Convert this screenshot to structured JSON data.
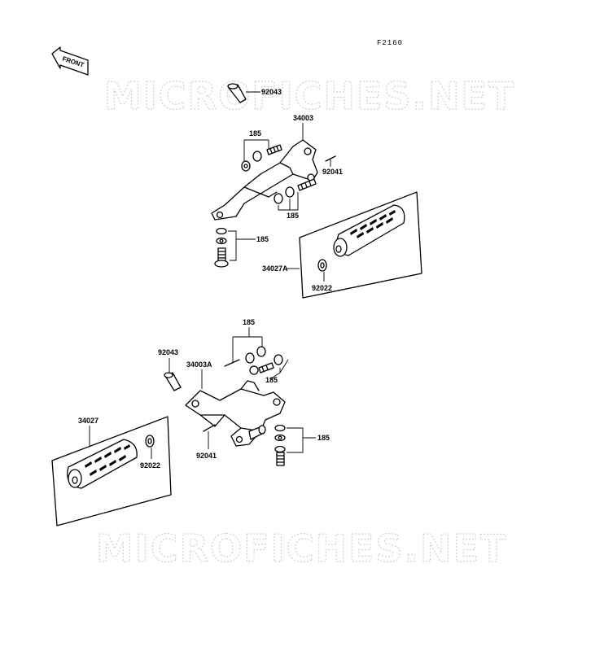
{
  "diagram": {
    "code": "F2160",
    "front_arrow": "FRONT",
    "watermark_top": "MICROFICHES.NET",
    "watermark_bottom": "MICROFICHES.NET",
    "labels": {
      "p92043_top": "92043",
      "p34003": "34003",
      "p185_a": "185",
      "p92041_top": "92041",
      "p185_b": "185",
      "p185_c": "185",
      "p34027A": "34027A",
      "p92022_top": "92022",
      "p185_d": "185",
      "p92043_bot": "92043",
      "p34003A": "34003A",
      "p185_e": "185",
      "p34027": "34027",
      "p92041_bot": "92041",
      "p185_f": "185",
      "p92022_bot": "92022"
    }
  }
}
